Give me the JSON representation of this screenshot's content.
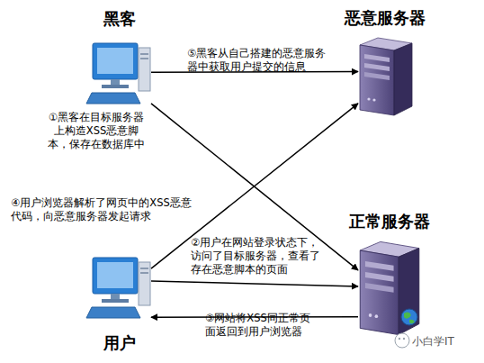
{
  "diagram": {
    "nodes": [
      {
        "text": [
          "黑客"
        ]
      },
      {
        "text": [
          "恶意服务器"
        ]
      },
      {
        "text": [
          "正常服务器"
        ]
      },
      {
        "text": [
          "用户"
        ]
      }
    ],
    "edges": [
      {
        "from": 0,
        "to": 1,
        "arrow": "to",
        "label": "⑤黑客从自己搭建的恶意服务器中获取用户提交的信息"
      },
      {
        "from": 0,
        "to": 2,
        "arrow": "to",
        "label": "①黑客在目标服务器上构造XSS恶意脚本，保存在数据库中"
      },
      {
        "from": 3,
        "to": 1,
        "arrow": "to",
        "label": "④用户浏览器解析了网页中的XSS恶意代码，向恶意服务器发起请求"
      },
      {
        "from": 3,
        "to": 2,
        "arrow": "to",
        "label": "②用户在网站登录状态下，访问了目标服务器，查看了存在恶意脚本的页面"
      },
      {
        "from": 2,
        "to": 3,
        "arrow": "to",
        "label": "③网站将XSS同正常页面返回到用户浏览器"
      }
    ],
    "labels": [
      "小白学IT"
    ]
  }
}
